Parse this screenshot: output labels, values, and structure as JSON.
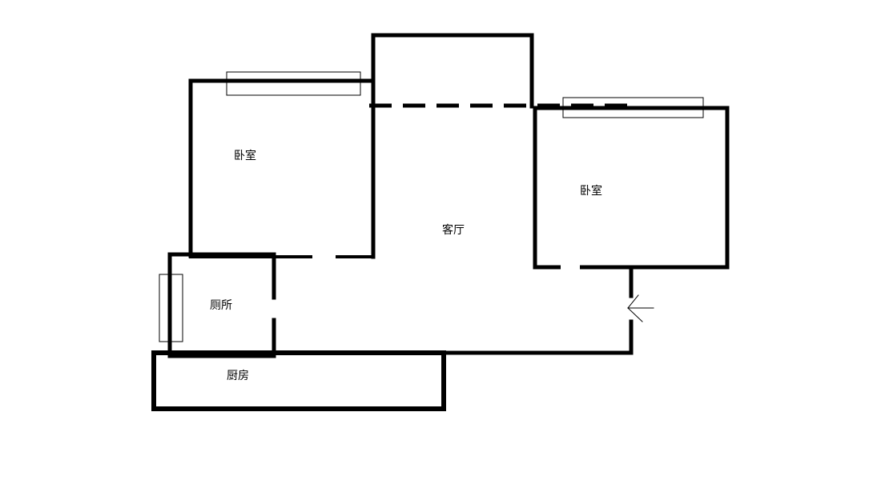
{
  "rooms": {
    "bedroom_left": "卧室",
    "bedroom_right": "卧室",
    "living_room": "客厅",
    "bathroom": "厕所",
    "kitchen": "厨房"
  },
  "colors": {
    "wall": "#000000",
    "background": "#ffffff"
  }
}
